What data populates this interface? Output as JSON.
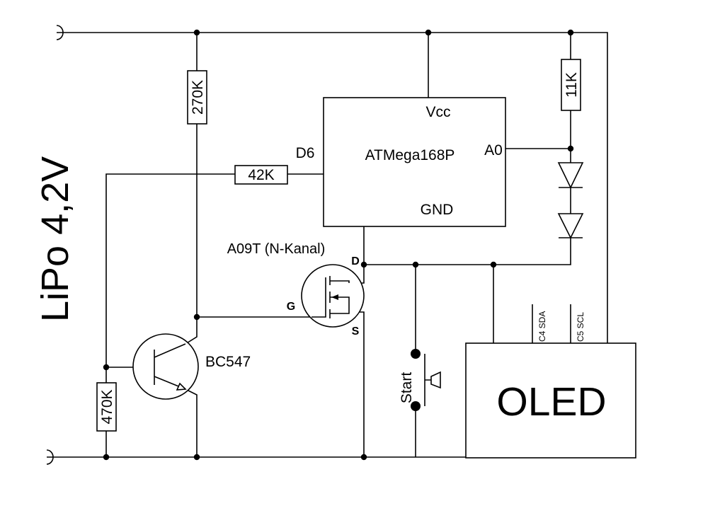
{
  "battery": {
    "label": "LiPo 4,2V"
  },
  "resistors": {
    "r1": "270K",
    "r2": "42K",
    "r3": "470K",
    "r4": "11K"
  },
  "mcu": {
    "name": "ATMega168P",
    "vcc": "Vcc",
    "gnd": "GND",
    "pin_a0": "A0",
    "pin_d6": "D6"
  },
  "mosfet": {
    "name": "A09T (N-Kanal)",
    "drain": "D",
    "gate": "G",
    "source": "S"
  },
  "transistor": {
    "name": "BC547"
  },
  "switch": {
    "label": "Start"
  },
  "oled": {
    "label": "OLED",
    "sda": "C4 SDA",
    "scl": "C5 SCL"
  }
}
